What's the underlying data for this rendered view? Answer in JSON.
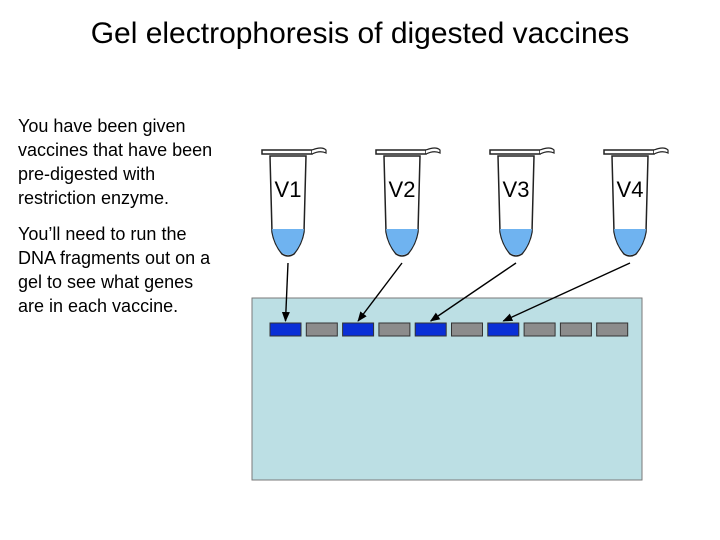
{
  "title": "Gel electrophoresis of digested vaccines",
  "description": [
    "You have been given vaccines that have been pre-digested with restriction enzyme.",
    "You’ll need to run the DNA fragments out on a gel to see what genes are in each vaccine."
  ],
  "tubes": [
    {
      "label": "V1",
      "target_well": 0
    },
    {
      "label": "V2",
      "target_well": 2
    },
    {
      "label": "V3",
      "target_well": 4
    },
    {
      "label": "V4",
      "target_well": 6
    }
  ],
  "gel": {
    "well_count": 10,
    "loaded_wells": [
      0,
      2,
      4,
      6
    ]
  },
  "colors": {
    "gel_fill": "#bcdfe4",
    "loaded_well": "#0a2fd6",
    "empty_well": "#8c8c8c",
    "liquid": "#6fb3f0"
  }
}
